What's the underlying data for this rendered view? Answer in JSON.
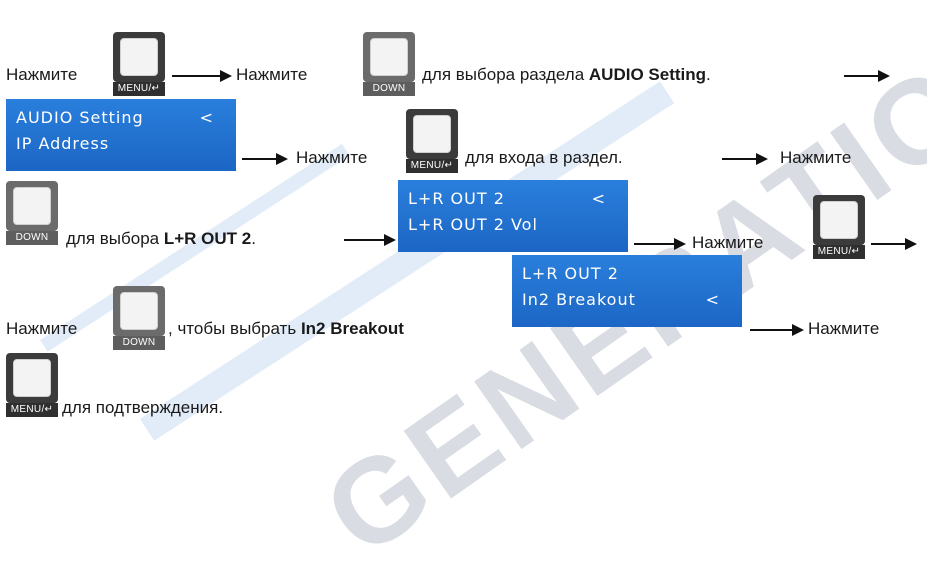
{
  "lines": {
    "l1_press": "Нажмите",
    "l1_press2": "Нажмите",
    "l1_select_prefix": "для выбора раздела",
    "l1_select_bold": "AUDIO Setting",
    "l1_dot": ".",
    "l2_press": "Нажмите",
    "l2_enter": "для входа в раздел.",
    "l2_press2": "Нажмите",
    "l3_select_prefix": "для выбора",
    "l3_select_bold": "L+R OUT 2",
    "l3_dot": ".",
    "l3_press": "Нажмите",
    "l4_press": "Нажмите",
    "l4_choose": ", чтобы выбрать",
    "l4_choose_bold": "In2 Breakout",
    "l4_press2": "Нажмите",
    "l5_confirm": "для подтверждения."
  },
  "keys": {
    "menu": "MENU/↵",
    "down": "DOWN"
  },
  "lcd1": {
    "row1": "AUDIO Setting",
    "row1_cursor": "<",
    "row2": "IP Address"
  },
  "lcd2": {
    "row1": "L+R OUT 2",
    "row1_cursor": "<",
    "row2": "L+R OUT 2 Vol"
  },
  "lcd3": {
    "row1": "L+R OUT 2",
    "row2": "In2 Breakout",
    "row2_cursor": "<"
  },
  "watermark": {
    "text": "GENERATION TE"
  },
  "colors": {
    "lcd": "#1c66c5",
    "accent_band": "#a8c8ea"
  }
}
